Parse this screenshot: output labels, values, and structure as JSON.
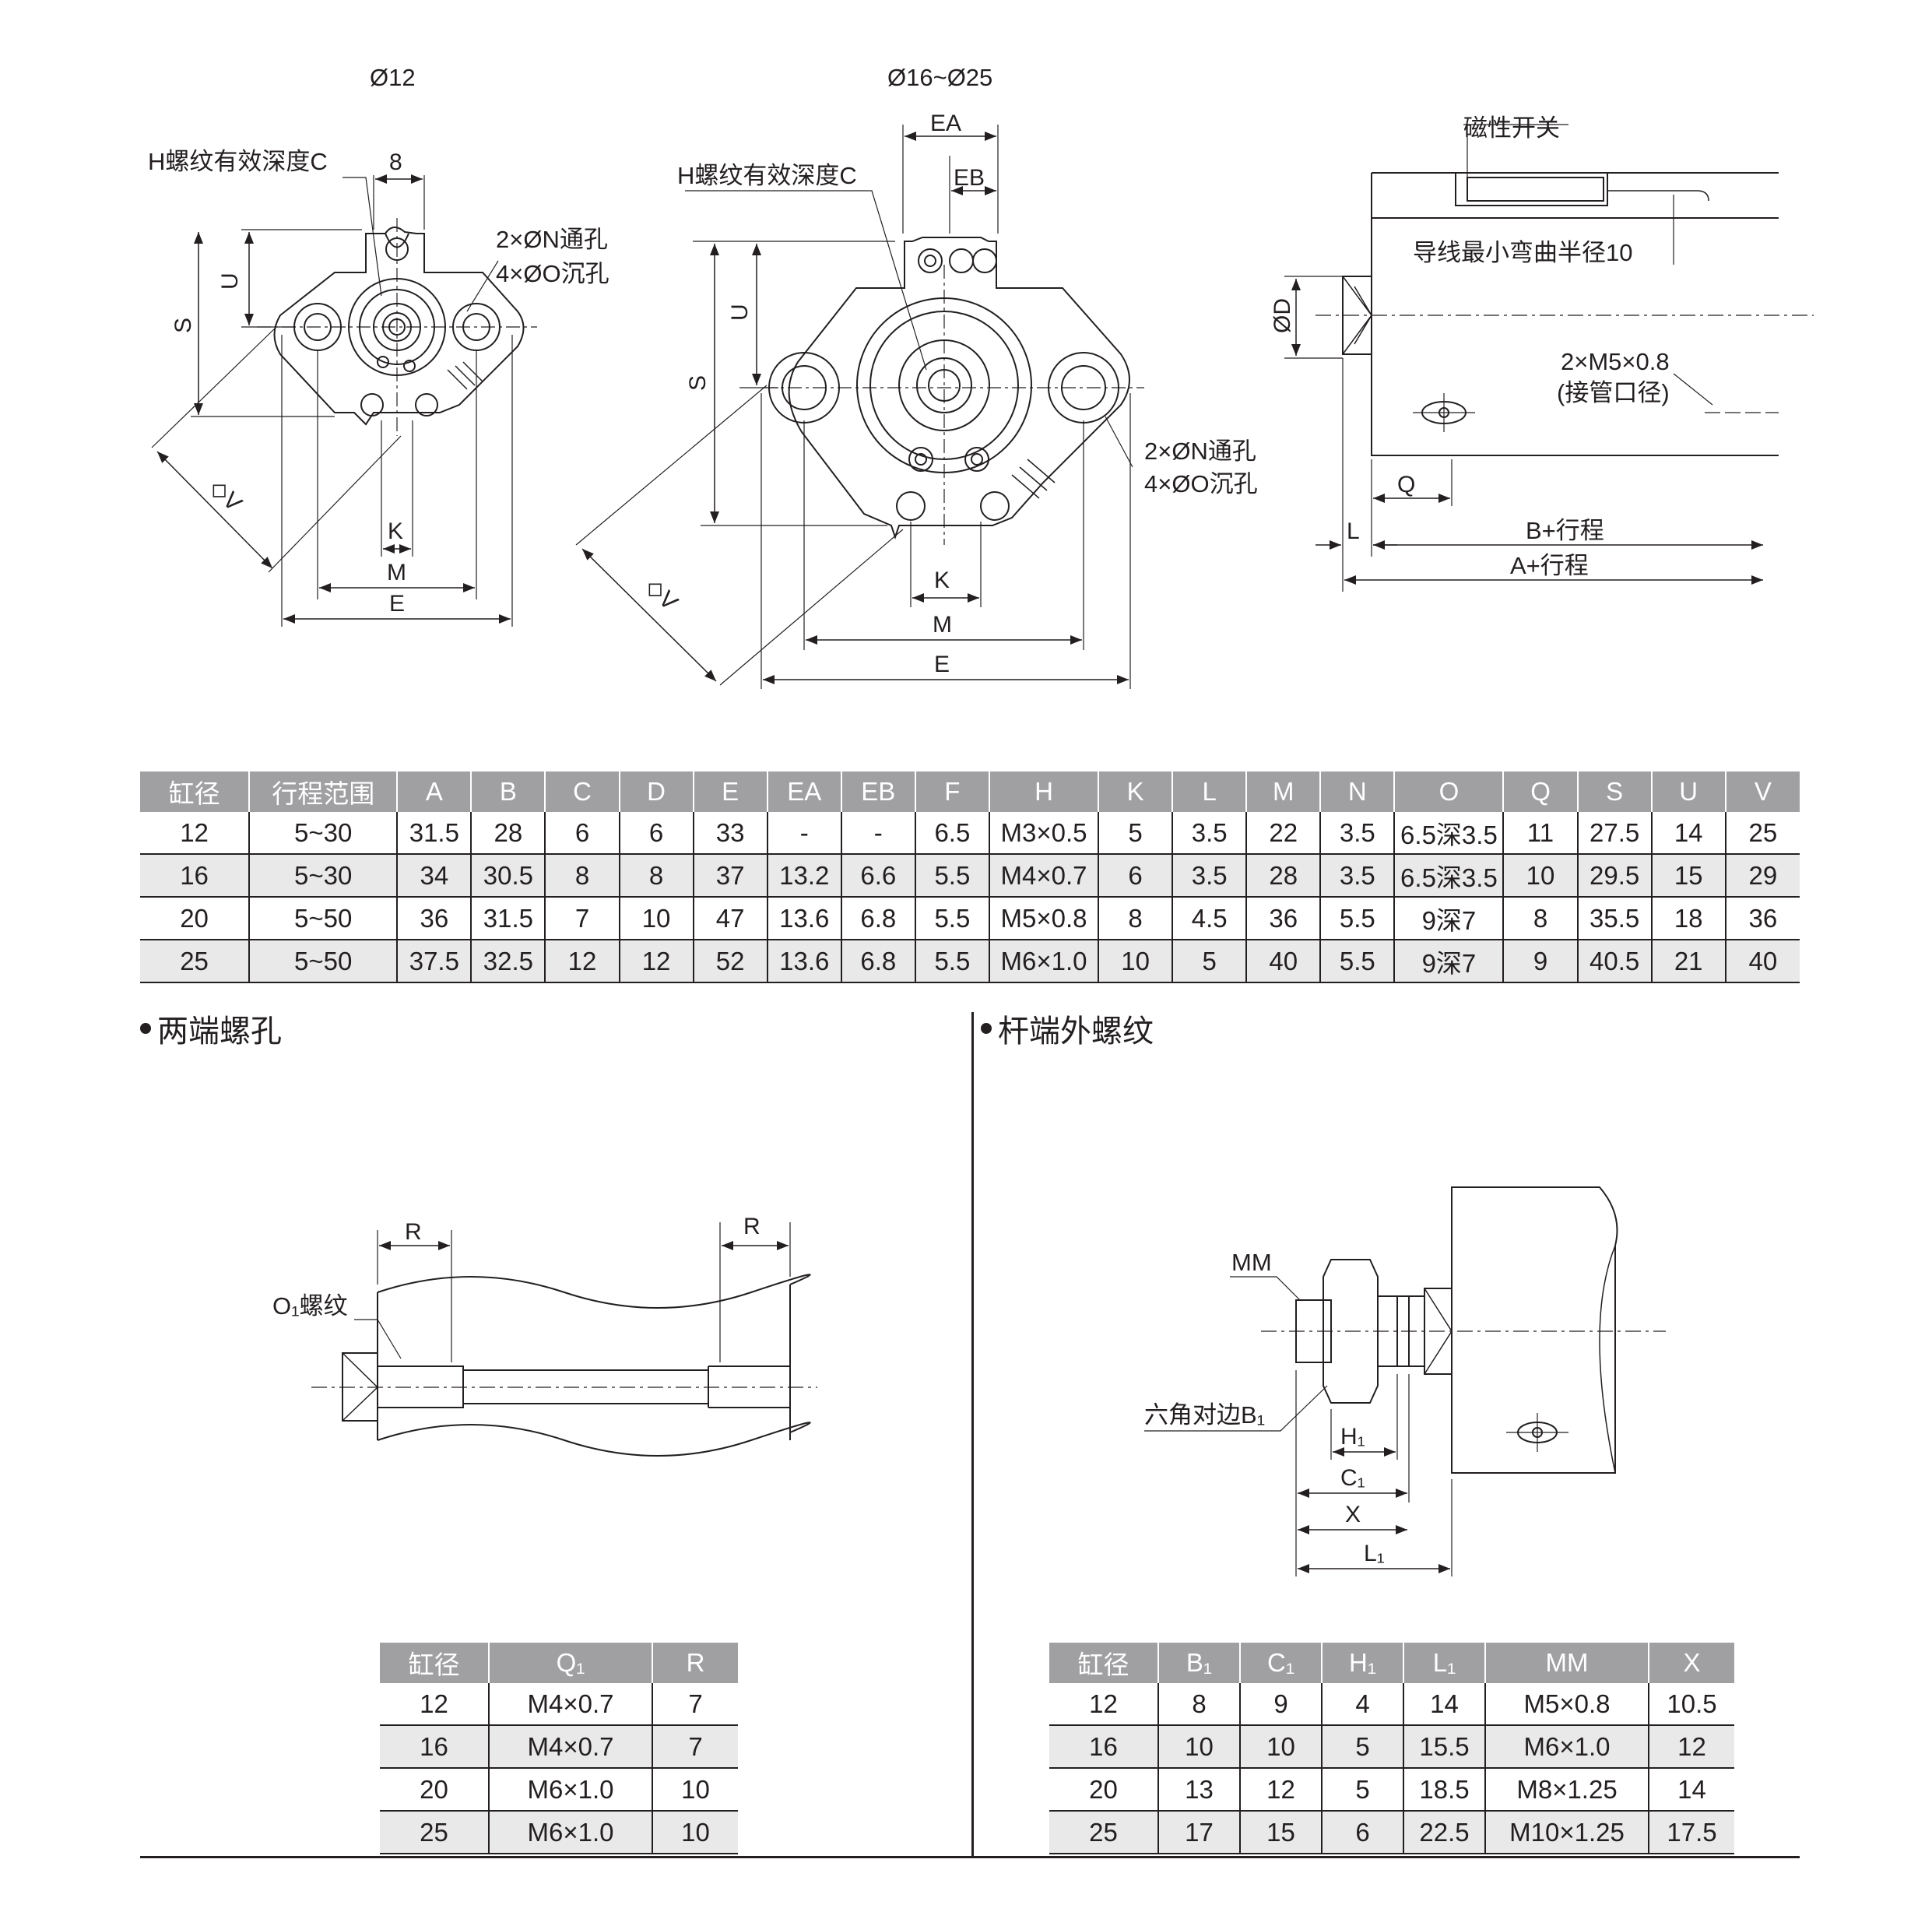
{
  "top_drawing": {
    "view1": {
      "title": "Ø12",
      "label_8": "8",
      "thread_note": "H螺纹有效深度C",
      "hole_n": "2×ØN通孔",
      "hole_o": "4×ØO沉孔",
      "dim_U": "U",
      "dim_S": "S",
      "dim_V": "◇V",
      "dim_K": "K",
      "dim_M": "M",
      "dim_E": "E"
    },
    "view2": {
      "title": "Ø16~Ø25",
      "dim_EA": "EA",
      "dim_EB": "EB",
      "thread_note": "H螺纹有效深度C",
      "hole_n": "2×ØN通孔",
      "hole_o": "4×ØO沉孔",
      "dim_U": "U",
      "dim_S": "S",
      "dim_V": "◇V",
      "dim_K": "K",
      "dim_M": "M",
      "dim_E": "E"
    },
    "view3": {
      "switch": "磁性开关",
      "wire": "导线最小弯曲半径10",
      "dim_D": "ØD",
      "port": "2×M5×0.8",
      "port_note": "(接管口径)",
      "dim_Q": "Q",
      "dim_L": "L",
      "dim_B": "B+行程",
      "dim_A": "A+行程"
    }
  },
  "main_table": {
    "headers": [
      "缸径",
      "行程范围",
      "A",
      "B",
      "C",
      "D",
      "E",
      "EA",
      "EB",
      "F",
      "H",
      "K",
      "L",
      "M",
      "N",
      "O",
      "Q",
      "S",
      "U",
      "V"
    ],
    "rows": [
      [
        "12",
        "5~30",
        "31.5",
        "28",
        "6",
        "6",
        "33",
        "-",
        "-",
        "6.5",
        "M3×0.5",
        "5",
        "3.5",
        "22",
        "3.5",
        "6.5深3.5",
        "11",
        "27.5",
        "14",
        "25"
      ],
      [
        "16",
        "5~30",
        "34",
        "30.5",
        "8",
        "8",
        "37",
        "13.2",
        "6.6",
        "5.5",
        "M4×0.7",
        "6",
        "3.5",
        "28",
        "3.5",
        "6.5深3.5",
        "10",
        "29.5",
        "15",
        "29"
      ],
      [
        "20",
        "5~50",
        "36",
        "31.5",
        "7",
        "10",
        "47",
        "13.6",
        "6.8",
        "5.5",
        "M5×0.8",
        "8",
        "4.5",
        "36",
        "5.5",
        "9深7",
        "8",
        "35.5",
        "18",
        "36"
      ],
      [
        "25",
        "5~50",
        "37.5",
        "32.5",
        "12",
        "12",
        "52",
        "13.6",
        "6.8",
        "5.5",
        "M6×1.0",
        "10",
        "5",
        "40",
        "5.5",
        "9深7",
        "9",
        "40.5",
        "21",
        "40"
      ]
    ]
  },
  "left_section": {
    "title": "两端螺孔",
    "drawing": {
      "dim_R1": "R",
      "dim_R2": "R",
      "thread_label": "O₁螺纹"
    },
    "table": {
      "headers": [
        "缸径",
        "Q₁",
        "R"
      ],
      "rows": [
        [
          "12",
          "M4×0.7",
          "7"
        ],
        [
          "16",
          "M4×0.7",
          "7"
        ],
        [
          "20",
          "M6×1.0",
          "10"
        ],
        [
          "25",
          "M6×1.0",
          "10"
        ]
      ]
    }
  },
  "right_section": {
    "title": "杆端外螺纹",
    "drawing": {
      "dim_MM": "MM",
      "hex_label": "六角对边B₁",
      "dim_H1": "H₁",
      "dim_C1": "C₁",
      "dim_X": "X",
      "dim_L1": "L₁"
    },
    "table": {
      "headers": [
        "缸径",
        "B₁",
        "C₁",
        "H₁",
        "L₁",
        "MM",
        "X"
      ],
      "rows": [
        [
          "12",
          "8",
          "9",
          "4",
          "14",
          "M5×0.8",
          "10.5"
        ],
        [
          "16",
          "10",
          "10",
          "5",
          "15.5",
          "M6×1.0",
          "12"
        ],
        [
          "20",
          "13",
          "12",
          "5",
          "18.5",
          "M8×1.25",
          "14"
        ],
        [
          "25",
          "17",
          "15",
          "6",
          "22.5",
          "M10×1.25",
          "17.5"
        ]
      ]
    }
  },
  "colors": {
    "ink": "#231f20",
    "header_bg": "#a09fa2",
    "stripe": "#e9e9ea"
  }
}
